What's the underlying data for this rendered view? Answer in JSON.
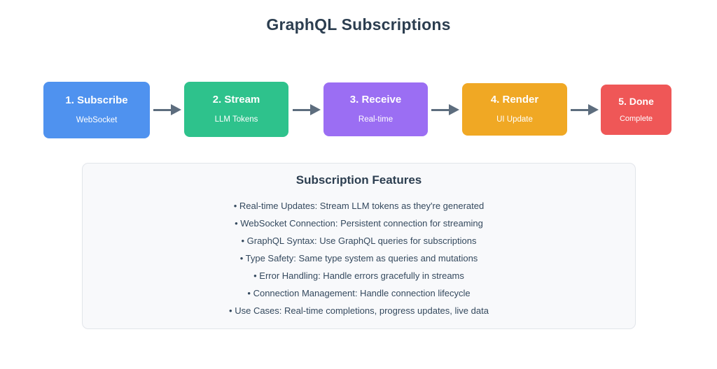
{
  "page": {
    "title": "GraphQL Subscriptions",
    "background": "#ffffff"
  },
  "flow": {
    "arrow_color": "#5d6d7e",
    "steps": [
      {
        "title": "1. Subscribe",
        "subtitle": "WebSocket",
        "color": "#4f92ef"
      },
      {
        "title": "2. Stream",
        "subtitle": "LLM Tokens",
        "color": "#2ec28c"
      },
      {
        "title": "3. Receive",
        "subtitle": "Real-time",
        "color": "#9b6ef3"
      },
      {
        "title": "4. Render",
        "subtitle": "UI Update",
        "color": "#f0a824"
      },
      {
        "title": "5. Done",
        "subtitle": "Complete",
        "color": "#ef5757"
      }
    ]
  },
  "features": {
    "title": "Subscription Features",
    "background": "#f8f9fb",
    "border_color": "#e2e5ea",
    "items": [
      "• Real-time Updates: Stream LLM tokens as they're generated",
      "• WebSocket Connection: Persistent connection for streaming",
      "• GraphQL Syntax: Use GraphQL queries for subscriptions",
      "• Type Safety: Same type system as queries and mutations",
      "• Error Handling: Handle errors gracefully in streams",
      "• Connection Management: Handle connection lifecycle",
      "• Use Cases: Real-time completions, progress updates, live data"
    ]
  }
}
